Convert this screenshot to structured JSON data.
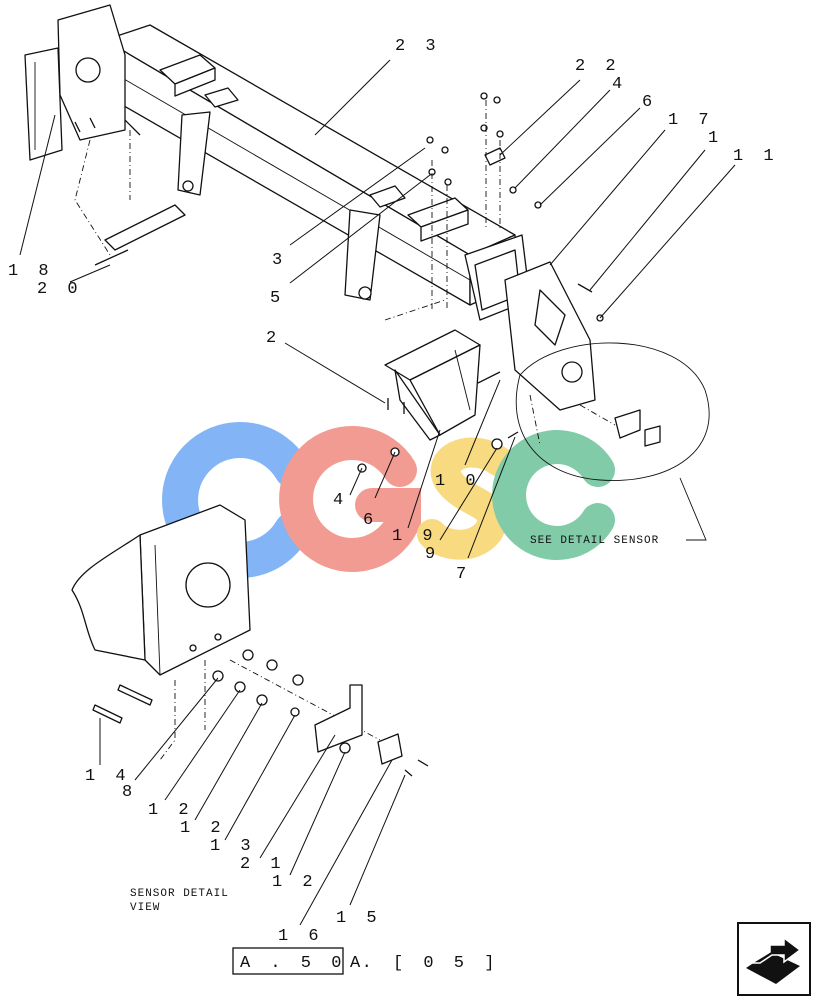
{
  "callouts": [
    {
      "id": "c23",
      "text": "2 3"
    },
    {
      "id": "c22",
      "text": "2 2"
    },
    {
      "id": "c4a",
      "text": "4"
    },
    {
      "id": "c6a",
      "text": "6"
    },
    {
      "id": "c17",
      "text": "1 7"
    },
    {
      "id": "c1",
      "text": "1"
    },
    {
      "id": "c11",
      "text": "1 1"
    },
    {
      "id": "c18",
      "text": "1 8"
    },
    {
      "id": "c20",
      "text": "2 0"
    },
    {
      "id": "c3",
      "text": "3"
    },
    {
      "id": "c5",
      "text": "5"
    },
    {
      "id": "c2",
      "text": "2"
    },
    {
      "id": "c4b",
      "text": "4"
    },
    {
      "id": "c6b",
      "text": "6"
    },
    {
      "id": "c10",
      "text": "1 0"
    },
    {
      "id": "c19",
      "text": "1 9"
    },
    {
      "id": "c9",
      "text": "9"
    },
    {
      "id": "c7",
      "text": "7"
    },
    {
      "id": "c14",
      "text": "1 4"
    },
    {
      "id": "c8",
      "text": "8"
    },
    {
      "id": "c12a",
      "text": "1 2"
    },
    {
      "id": "c12b",
      "text": "1 2"
    },
    {
      "id": "c13",
      "text": "1 3"
    },
    {
      "id": "c21",
      "text": "2 1"
    },
    {
      "id": "c12c",
      "text": "1 2"
    },
    {
      "id": "c15",
      "text": "1 5"
    },
    {
      "id": "c16",
      "text": "1 6"
    }
  ],
  "labels": {
    "see_detail": "SEE DETAIL  SENSOR",
    "sensor_detail_line1": "SENSOR DETAIL",
    "sensor_detail_line2": "VIEW"
  },
  "reference": {
    "code": "A . 5 0 .",
    "suffix": "A",
    "page": "[ 0 5 ]"
  },
  "watermark": {
    "letters": [
      "C",
      "G",
      "S",
      "C"
    ],
    "colors": [
      "#6ea8f5",
      "#f08a80",
      "#f7d56a",
      "#6cc29a"
    ]
  },
  "nav_icon": "next-page-arrow-icon"
}
